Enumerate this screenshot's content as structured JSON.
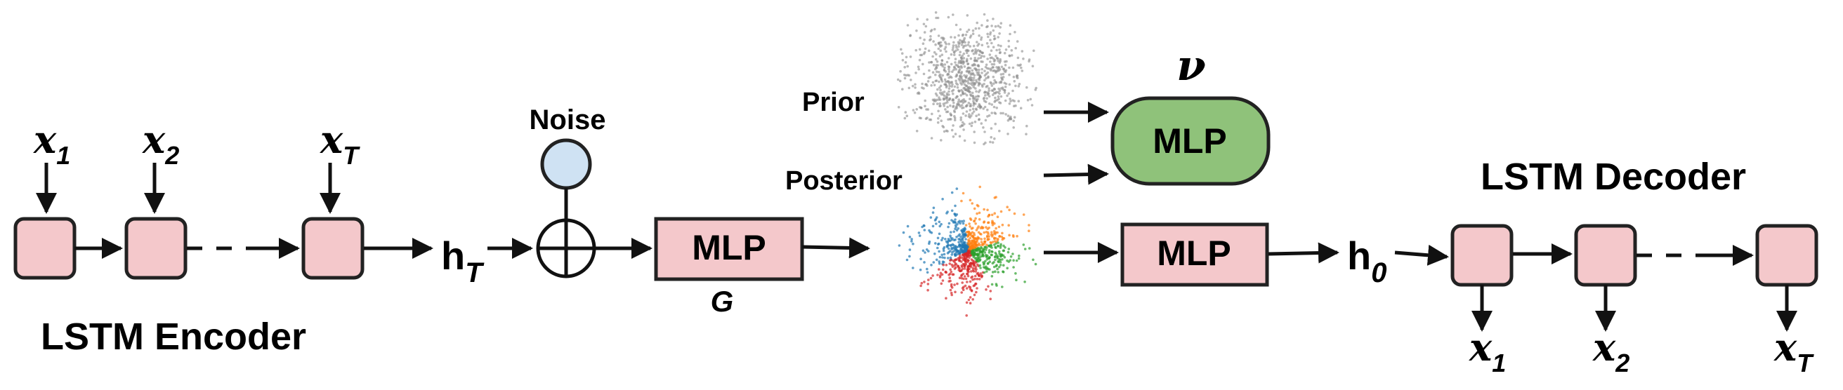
{
  "encoder": {
    "label": "LSTM Encoder",
    "inputs": [
      {
        "main": "x",
        "sub": "1"
      },
      {
        "main": "x",
        "sub": "2"
      },
      {
        "main": "x",
        "sub": "T"
      }
    ]
  },
  "hidden_T": {
    "main": "h",
    "sub": "T"
  },
  "noise": {
    "label": "Noise"
  },
  "generator": {
    "label": "MLP",
    "caption": "G"
  },
  "distributions": {
    "prior_label": "Prior",
    "posterior_label": "Posterior",
    "prior_color": "#8c8c8c",
    "posterior_colors": [
      "#ff7f0e",
      "#2ca02c",
      "#d62728",
      "#1f77b4"
    ]
  },
  "discriminator": {
    "label": "MLP",
    "caption": "ν",
    "color": "#8fc27a"
  },
  "decoder_mlp": {
    "label": "MLP"
  },
  "hidden_0": {
    "main": "h",
    "sub": "0"
  },
  "decoder": {
    "label": "LSTM Decoder",
    "outputs": [
      {
        "main": "x",
        "sub": "1"
      },
      {
        "main": "x",
        "sub": "2"
      },
      {
        "main": "x",
        "sub": "T"
      }
    ]
  }
}
